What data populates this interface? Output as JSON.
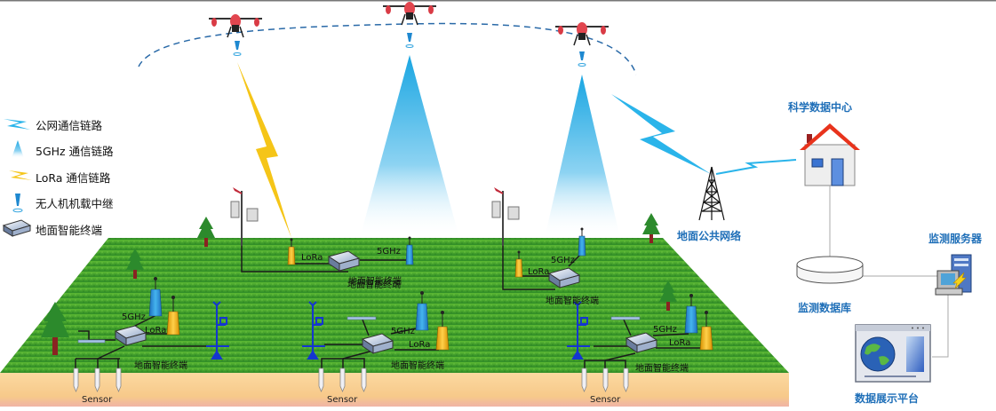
{
  "legend": {
    "items": [
      {
        "icon": "public-network-link-icon",
        "label": "公网通信链路"
      },
      {
        "icon": "5ghz-link-icon",
        "label": "5GHz 通信链路"
      },
      {
        "icon": "lora-link-icon",
        "label": "LoRa 通信链路"
      },
      {
        "icon": "uav-relay-icon",
        "label": "无人机机载中继"
      },
      {
        "icon": "ground-terminal-icon",
        "label": "地面智能终端"
      }
    ]
  },
  "nodes": {
    "data_center": "科学数据中心",
    "public_network": "地面公共网络",
    "database": "监测数据库",
    "server": "监测服务器",
    "platform": "数据展示平台"
  },
  "field": {
    "terminal_label": "地面智能终端",
    "lora_label": "LoRa",
    "ghz_label": "5GHz",
    "sensor_label": "Sensor"
  },
  "colors": {
    "public_link": "#2ab4ea",
    "ghz_link": "#39b6ea",
    "lora_link": "#f5c518",
    "grass": "#3f9a2b",
    "soil": "#f7cf8f",
    "title_blue": "#1f6fb8",
    "drone_red": "#e2464f",
    "house_roof": "#e8331c"
  }
}
